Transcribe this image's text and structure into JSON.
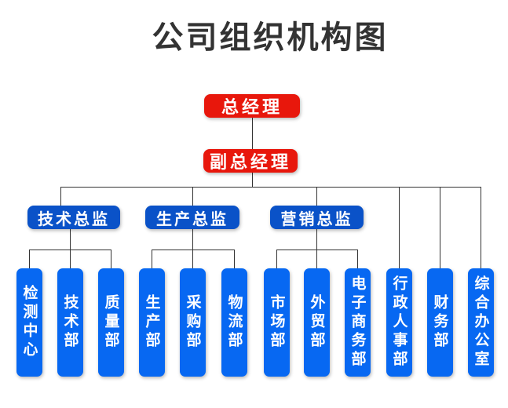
{
  "title": "公司组织机构图",
  "colors": {
    "executive_red": "#e8170c",
    "director_blue": "#0a52c8",
    "department_blue": "#0768f2",
    "connector_line": "#333333",
    "title_text": "#333333",
    "node_text": "#ffffff",
    "background": "#ffffff"
  },
  "org": {
    "level1": {
      "label": "总经理"
    },
    "level2": {
      "label": "副总经理"
    },
    "directors": [
      {
        "label": "技术总监"
      },
      {
        "label": "生产总监"
      },
      {
        "label": "营销总监"
      }
    ],
    "departments": [
      {
        "label": "检测中心"
      },
      {
        "label": "技术部"
      },
      {
        "label": "质量部"
      },
      {
        "label": "生产部"
      },
      {
        "label": "采购部"
      },
      {
        "label": "物流部"
      },
      {
        "label": "市场部"
      },
      {
        "label": "外贸部"
      },
      {
        "label": "电子商务部"
      },
      {
        "label": "行政人事部"
      },
      {
        "label": "财务部"
      },
      {
        "label": "综合办公室"
      }
    ]
  }
}
